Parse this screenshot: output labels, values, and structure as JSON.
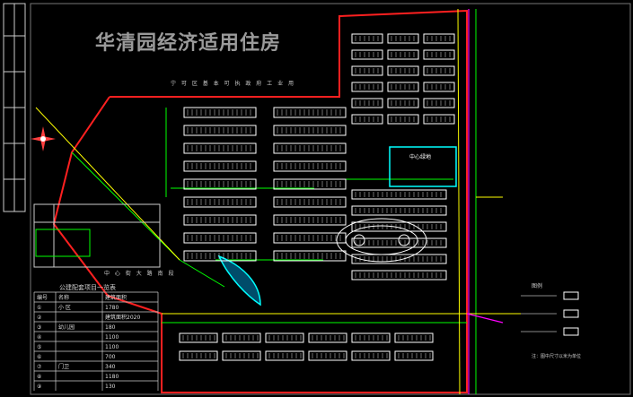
{
  "title": "华清园经济适用住房",
  "road_label_top": "宁 可 区 基 本 可 执 政 府 工 业 用",
  "road_label_mid": "中 心 街 大 路 南 段",
  "legend_table": {
    "caption": "公建配套项目一览表",
    "headers": [
      "编号",
      "名称",
      "建筑面积"
    ],
    "rows": [
      [
        "①",
        "小 区",
        "1780"
      ],
      [
        "②",
        "",
        "建筑面积2020"
      ],
      [
        "③",
        "幼儿园",
        "180"
      ],
      [
        "④",
        "",
        "1100"
      ],
      [
        "⑤",
        "",
        "1100"
      ],
      [
        "⑥",
        "",
        "700"
      ],
      [
        "⑦",
        "门卫",
        "340"
      ],
      [
        "⑧",
        "",
        "1180"
      ],
      [
        "⑨",
        "",
        "130"
      ]
    ]
  },
  "right_legend": {
    "label": "图例",
    "note": "注：图中尺寸以米为单位"
  },
  "center_label": "中心绿地",
  "colors": {
    "background": "#000000",
    "building": "#ffffff",
    "boundary": "#ff2020",
    "road": "#ffff00",
    "green": "#00ff00",
    "water": "#00ffff",
    "purple": "#ff00ff"
  }
}
